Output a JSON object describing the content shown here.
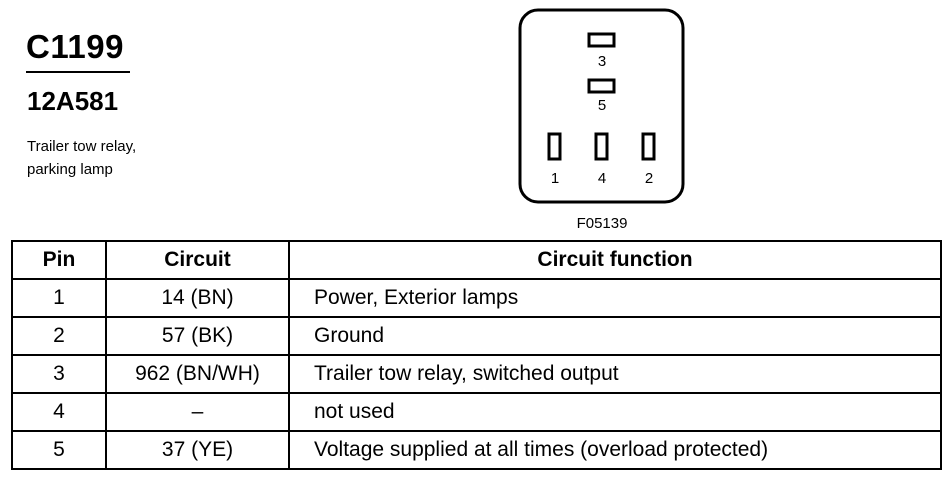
{
  "header": {
    "connector_id": "C1199",
    "part_number": "12A581",
    "description_lines": [
      "Trailer tow relay,",
      "parking lamp"
    ]
  },
  "diagram": {
    "figure_label": "F05139",
    "pin_labels": {
      "p3": "3",
      "p5": "5",
      "p1": "1",
      "p4": "4",
      "p2": "2"
    }
  },
  "table": {
    "headers": [
      "Pin",
      "Circuit",
      "Circuit function"
    ],
    "rows": [
      {
        "pin": "1",
        "circuit": "14 (BN)",
        "function": "Power, Exterior lamps"
      },
      {
        "pin": "2",
        "circuit": "57 (BK)",
        "function": "Ground"
      },
      {
        "pin": "3",
        "circuit": "962 (BN/WH)",
        "function": "Trailer tow relay, switched output"
      },
      {
        "pin": "4",
        "circuit": "–",
        "function": "not used"
      },
      {
        "pin": "5",
        "circuit": "37 (YE)",
        "function": "Voltage supplied at all times (overload protected)"
      }
    ]
  }
}
